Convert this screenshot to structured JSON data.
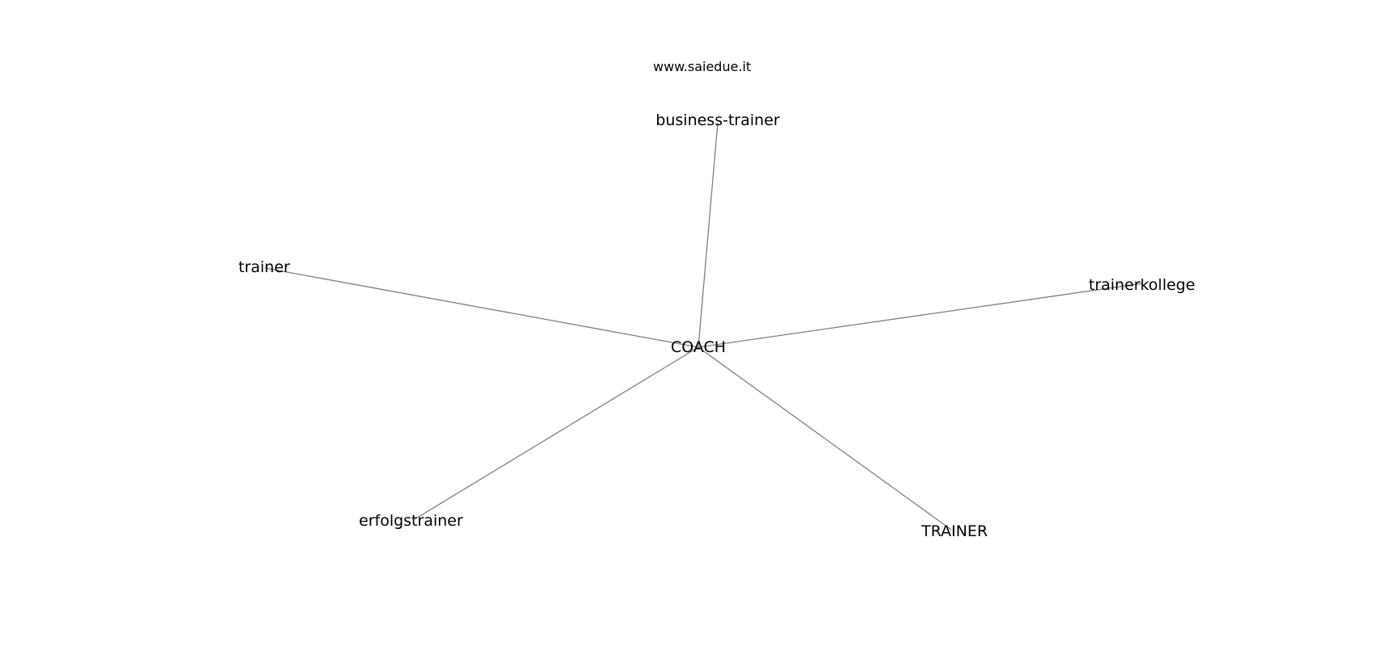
{
  "watermark": "www.saiedue.it",
  "colors": {
    "edge": "#808080",
    "text": "#000000",
    "background": "#ffffff"
  },
  "graph": {
    "center": "coach",
    "nodes": [
      {
        "id": "coach",
        "label": "COACH"
      },
      {
        "id": "business-trainer",
        "label": "business-trainer"
      },
      {
        "id": "trainer",
        "label": "trainer"
      },
      {
        "id": "trainerkollege",
        "label": "trainerkollege"
      },
      {
        "id": "erfolgstrainer",
        "label": "erfolgstrainer"
      },
      {
        "id": "TRAINER",
        "label": "TRAINER"
      }
    ],
    "edges": [
      {
        "from": "coach",
        "to": "business-trainer"
      },
      {
        "from": "coach",
        "to": "trainer"
      },
      {
        "from": "coach",
        "to": "trainerkollege"
      },
      {
        "from": "coach",
        "to": "erfolgstrainer"
      },
      {
        "from": "coach",
        "to": "TRAINER"
      }
    ]
  }
}
